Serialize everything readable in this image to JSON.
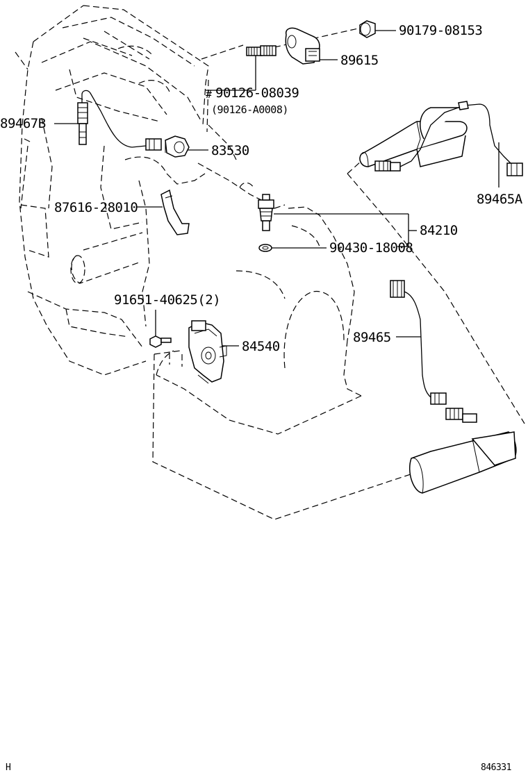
{
  "parts": {
    "p_90179": "90179-08153",
    "p_89615": "89615",
    "p_90126_mark": "#",
    "p_90126": "90126-08039",
    "p_90126_alt": "(90126-A0008)",
    "p_89467b": "89467B",
    "p_83530": "83530",
    "p_89465a": "89465A",
    "p_87616": "87616-28010",
    "p_84210": "84210",
    "p_90430": "90430-18008",
    "p_91651": "91651-40625(2)",
    "p_84540": "84540",
    "p_89465": "89465"
  },
  "footer": {
    "left_mark": "H",
    "diagram_code": "846331"
  }
}
